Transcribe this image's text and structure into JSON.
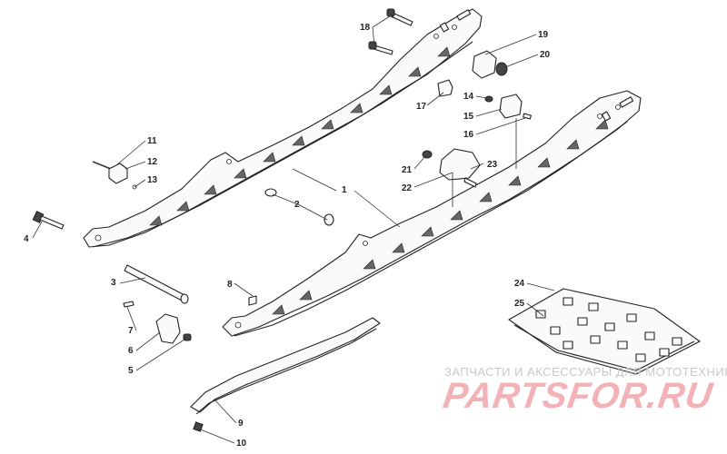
{
  "diagram": {
    "callouts": [
      {
        "id": "1",
        "label": "1"
      },
      {
        "id": "2",
        "label": "2"
      },
      {
        "id": "3",
        "label": "3"
      },
      {
        "id": "4",
        "label": "4"
      },
      {
        "id": "5",
        "label": "5"
      },
      {
        "id": "6",
        "label": "6"
      },
      {
        "id": "7",
        "label": "7"
      },
      {
        "id": "8",
        "label": "8"
      },
      {
        "id": "9",
        "label": "9"
      },
      {
        "id": "10",
        "label": "10"
      },
      {
        "id": "11",
        "label": "11"
      },
      {
        "id": "12",
        "label": "12"
      },
      {
        "id": "13",
        "label": "13"
      },
      {
        "id": "14",
        "label": "14"
      },
      {
        "id": "15",
        "label": "15"
      },
      {
        "id": "16",
        "label": "16"
      },
      {
        "id": "17",
        "label": "17"
      },
      {
        "id": "18",
        "label": "18"
      },
      {
        "id": "19",
        "label": "19"
      },
      {
        "id": "20",
        "label": "20"
      },
      {
        "id": "21",
        "label": "21"
      },
      {
        "id": "22",
        "label": "22"
      },
      {
        "id": "23",
        "label": "23"
      },
      {
        "id": "24",
        "label": "24"
      },
      {
        "id": "25",
        "label": "25"
      }
    ]
  },
  "watermark": {
    "tagline": "ЗАПЧАСТИ И АКСЕССУАРЫ ДЛЯ МОТОТЕХНИКИ",
    "logo": "PARTSFOR.RU",
    "tagline_color": "#c9c9c9",
    "logo_color": "#f3b2b6"
  }
}
